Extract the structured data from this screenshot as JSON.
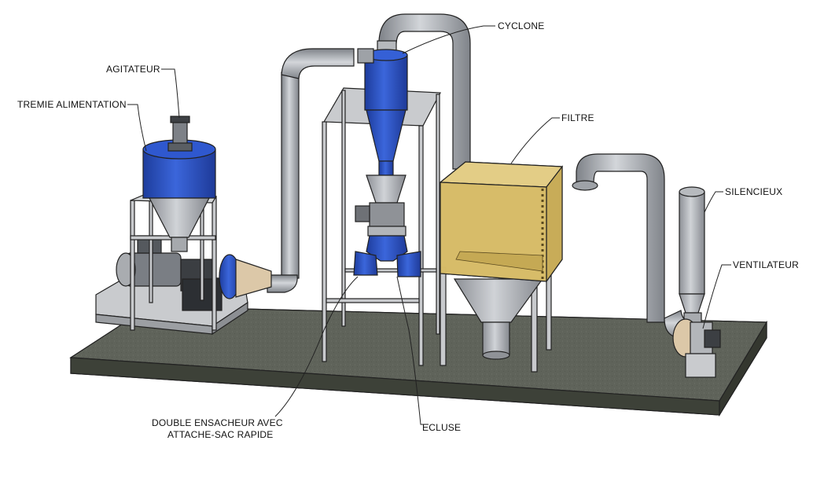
{
  "labels": {
    "agitateur": "AGITATEUR",
    "tremie": "TREMIE ALIMENTATION",
    "cyclone": "CYCLONE",
    "filtre": "FILTRE",
    "silencieux": "SILENCIEUX",
    "ventilateur": "VENTILATEUR",
    "ensacheur_line1": "DOUBLE ENSACHEUR AVEC",
    "ensacheur_line2": "ATTACHE-SAC RAPIDE",
    "ecluse": "ECLUSE"
  },
  "colors": {
    "platform": "#5f635a",
    "platform_side": "#45493f",
    "steel": "#b9bcc0",
    "blue": "#2e55c8",
    "filter": "#d9bf6e",
    "pipe": "#9ea2a7"
  }
}
